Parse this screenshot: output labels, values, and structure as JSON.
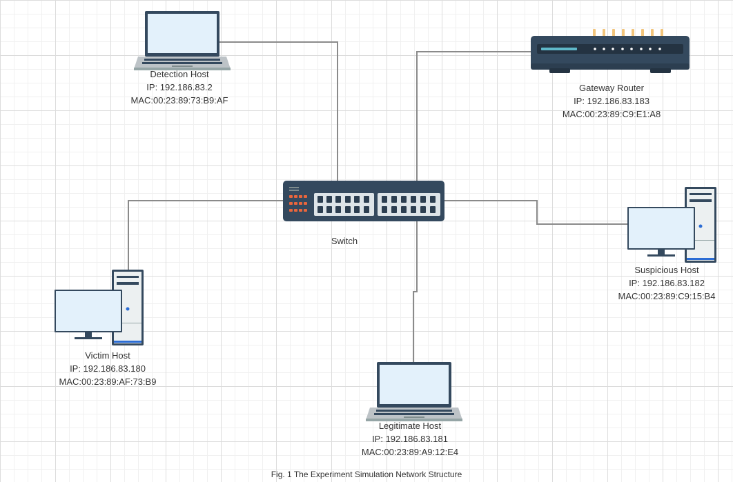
{
  "nodes": {
    "detection": {
      "name": "Detection Host",
      "ip": "IP: 192.186.83.2",
      "mac": "MAC:00:23:89:73:B9:AF",
      "icon": "laptop-icon"
    },
    "gateway": {
      "name": "Gateway Router",
      "ip": "IP: 192.186.83.183",
      "mac": "MAC:00:23:89:C9:E1:A8",
      "icon": "router-icon"
    },
    "switch": {
      "name": "Switch",
      "icon": "switch-icon"
    },
    "suspicious": {
      "name": "Suspicious Host",
      "ip": "IP: 192.186.83.182",
      "mac": "MAC:00:23:89:C9:15:B4",
      "icon": "desktop-icon"
    },
    "victim": {
      "name": "Victim Host",
      "ip": "IP: 192.186.83.180",
      "mac": "MAC:00:23:89:AF:73:B9",
      "icon": "desktop-icon"
    },
    "legitimate": {
      "name": "Legitimate Host",
      "ip": "IP: 192.186.83.181",
      "mac": "MAC:00:23:89:A9:12:E4",
      "icon": "laptop-icon"
    }
  },
  "caption": "Fig. 1 The Experiment Simulation Network Structure",
  "colors": {
    "device_dark": "#34495e",
    "screen": "#e3f1fb",
    "wire": "#8a8a8a",
    "port_orange": "#e8663d",
    "led_gold": "#f2c57c",
    "router_accent": "#5fb8c9"
  }
}
